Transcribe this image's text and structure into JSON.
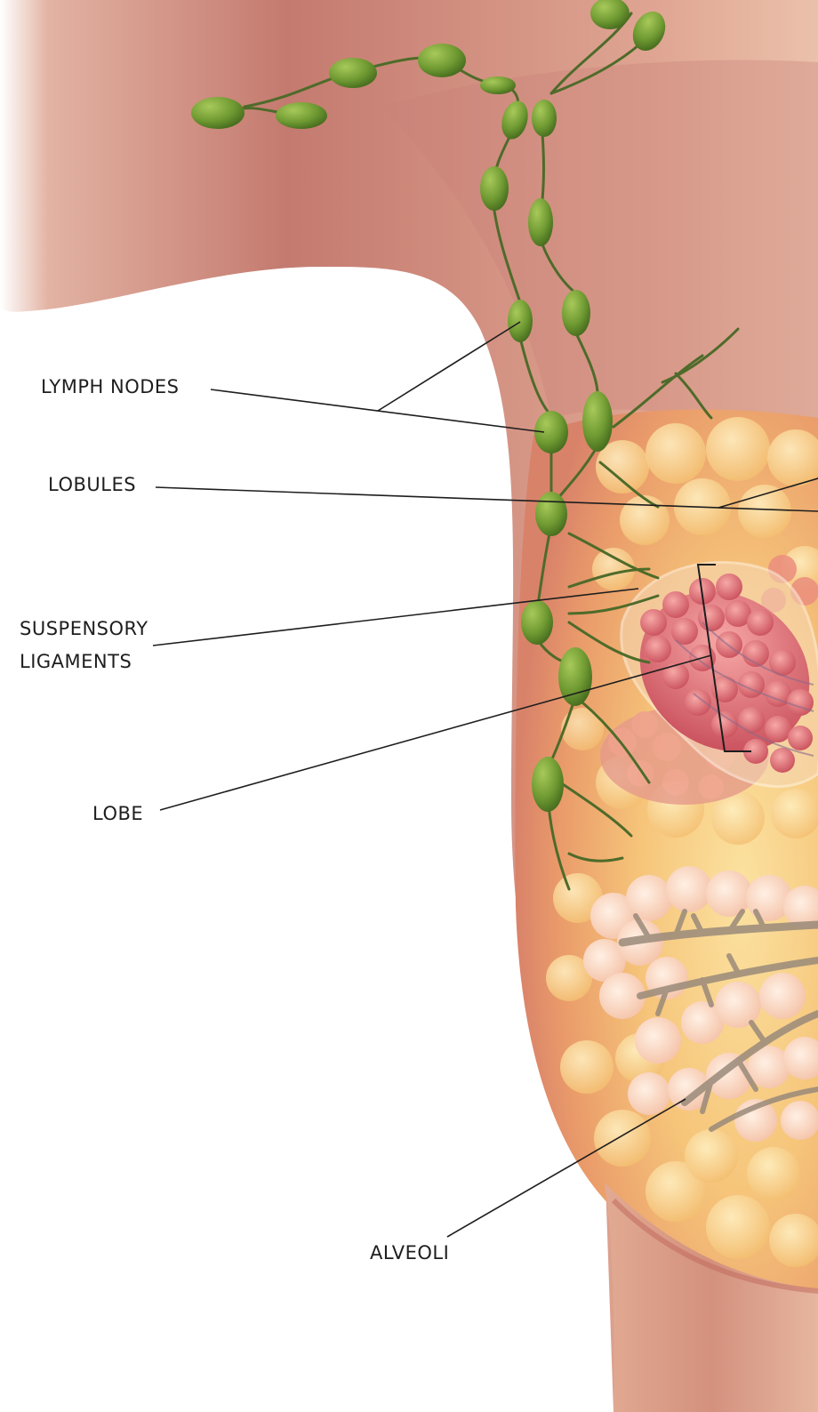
{
  "labels": {
    "lymph_nodes": "LYMPH NODES",
    "lobules": "LOBULES",
    "suspensory_ligaments_line1": "SUSPENSORY",
    "suspensory_ligaments_line2": "LIGAMENTS",
    "lobe": "LOBE",
    "alveoli": "ALVEOLI"
  },
  "colors": {
    "skin": "#d9988a",
    "skin_dark": "#b97068",
    "lymph_node": "#6f9a32",
    "lymph_vessel": "#4e6b2a",
    "fat_tissue": "#f5c87a",
    "lobe": "#d4606a",
    "duct": "#9a8a7a",
    "leader_line": "#1e1e1e"
  }
}
